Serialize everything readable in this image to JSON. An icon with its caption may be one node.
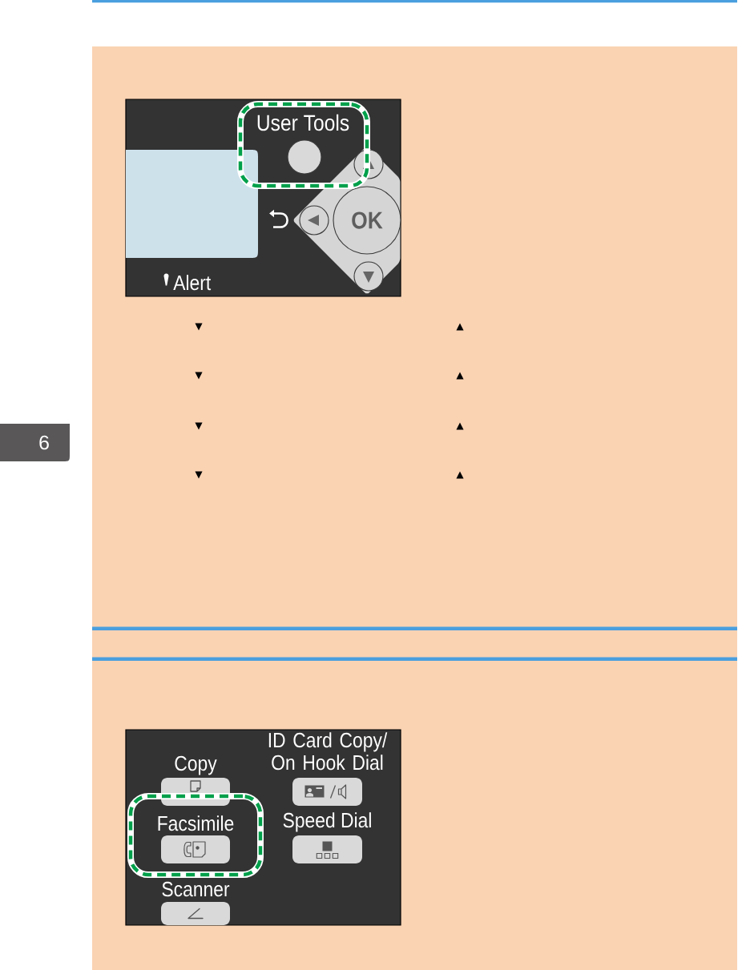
{
  "diagram": {
    "nodes": [
      {
        "text": [
          "6"
        ]
      },
      {
        "text": [],
        "shape": "box"
      },
      {
        "text": [],
        "shape": "box",
        "in": 1
      },
      {
        "text": [],
        "shape": "box",
        "in": 1
      },
      {
        "text": [
          "User Tools"
        ],
        "in": 3
      },
      {
        "text": [],
        "shape": "diamond",
        "in": 1
      },
      {
        "text": [],
        "shape": "circle",
        "in": 5
      },
      {
        "text": [],
        "shape": "circle",
        "in": 5
      },
      {
        "text": [
          "OK"
        ],
        "in": 5
      },
      {
        "text": [],
        "shape": "circle",
        "in": 5
      },
      {
        "text": [],
        "shape": "box"
      },
      {
        "text": [
          "Copy"
        ],
        "in": 10
      },
      {
        "text": [
          "ID Card Copy/ On Hook Dial"
        ],
        "in": 10
      },
      {
        "text": [],
        "shape": "box",
        "in": 10
      },
      {
        "text": [
          "Facsimile"
        ],
        "in": 13
      },
      {
        "text": [
          "Speed Dial"
        ],
        "in": 10
      },
      {
        "text": [
          "Scanner"
        ],
        "in": 10
      }
    ],
    "labels": [
      "Alert",
      "▼",
      "▲",
      "▼",
      "▲",
      "▼",
      "▲",
      "▼",
      "▲"
    ]
  }
}
